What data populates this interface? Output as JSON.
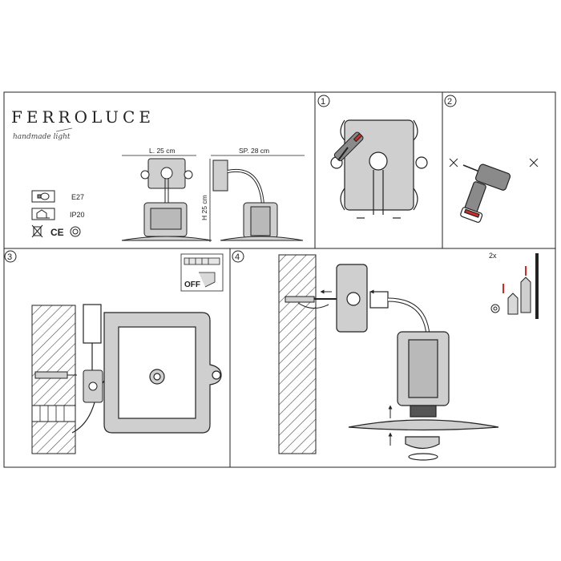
{
  "brand": {
    "name": "FERROLUCE",
    "tagline": "handmade light"
  },
  "dimensions": {
    "length": "L. 25 cm",
    "projection": "SP. 28 cm",
    "height": "H 25 cm"
  },
  "specs": {
    "bulb_label": "E27",
    "ip_label": "IP20",
    "bulb_icon": "bulb-icon",
    "ip_icon": "house-icon",
    "cert_icons": [
      "weee-bin-icon",
      "ce-mark",
      "recycle-icon"
    ],
    "ce_text": "CE"
  },
  "steps": {
    "step1": "1",
    "step2": "2",
    "step3": "3",
    "step4": "4",
    "off_label": "OFF",
    "quantity": "2x"
  },
  "colors": {
    "line": "#222222",
    "fill_grey": "#cfcfcf",
    "dark_grey": "#8a8a8a",
    "red_accent": "#d22a2a",
    "hatch": "#555555"
  }
}
